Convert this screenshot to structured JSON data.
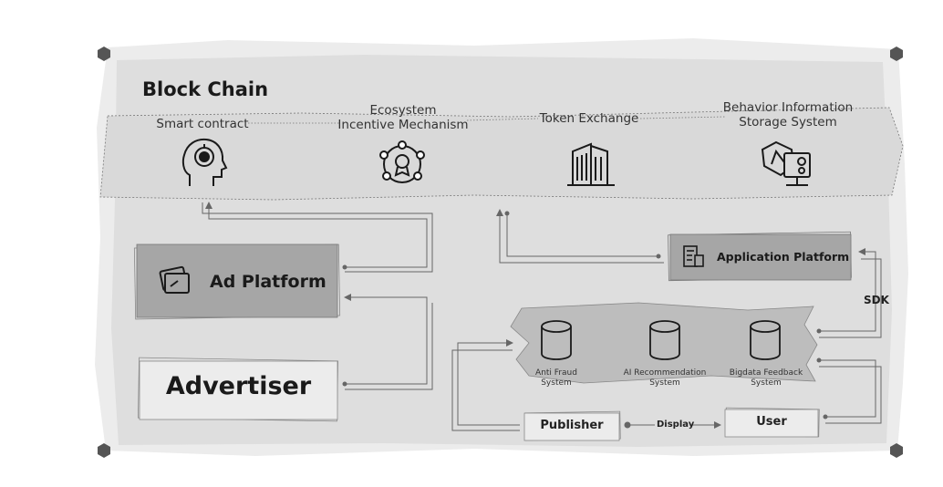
{
  "title": "Block Chain",
  "chain_items": [
    {
      "line1": "Smart contract",
      "line2": ""
    },
    {
      "line1": "Ecosystem",
      "line2": "Incentive Mechanism"
    },
    {
      "line1": "Token Exchange",
      "line2": ""
    },
    {
      "line1": "Behavior Information",
      "line2": "Storage System"
    }
  ],
  "boxes": {
    "ad_platform": "Ad Platform",
    "advertiser": "Advertiser",
    "application_platform": "Application Platform",
    "publisher": "Publisher",
    "user": "User"
  },
  "systems": [
    {
      "line1": "Anti Fraud",
      "line2": "System"
    },
    {
      "line1": "AI Recommendation",
      "line2": "System"
    },
    {
      "line1": "Bigdata Feedback",
      "line2": "System"
    }
  ],
  "connector_labels": {
    "sdk": "SDK",
    "display": "Display"
  },
  "icons": [
    "head-target-icon",
    "network-award-icon",
    "building-icon",
    "diamond-monitor-icon",
    "cards-icon",
    "app-building-icon",
    "database-icon"
  ]
}
